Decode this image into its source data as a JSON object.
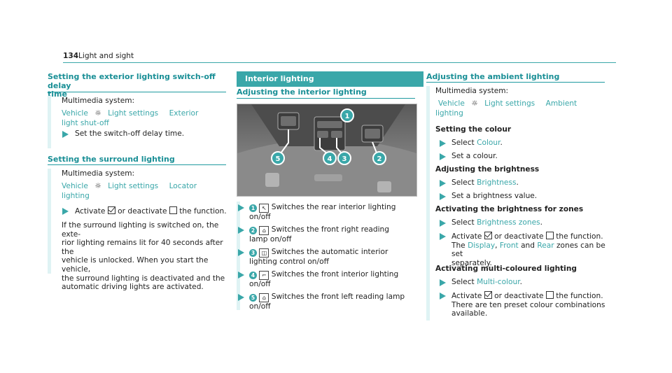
{
  "header": {
    "page_number": "134",
    "section": "Light and sight"
  },
  "col1": {
    "title1": "Setting the exterior lighting switch-off delay time",
    "title1_line1": "Setting the exterior lighting switch-off delay",
    "title1_line2": "time",
    "system_label": "Multimedia system:",
    "path1": {
      "vehicle": "Vehicle",
      "light_settings": "Light settings",
      "item_a": "Exterior",
      "item_b": "light shut-off"
    },
    "step1": "Set the switch-off delay time.",
    "title2": "Setting the surround lighting",
    "system_label2": "Multimedia system:",
    "path2": {
      "vehicle": "Vehicle",
      "light_settings": "Light settings",
      "item_a": "Locator",
      "item_b": "lighting"
    },
    "step2_a": "Activate",
    "step2_b": "or deactivate",
    "step2_c": "the function.",
    "para": [
      "If the surround lighting is switched on, the exte-",
      "rior lighting remains lit for 40 seconds after the",
      "vehicle is unlocked. When you start the vehicle,",
      "the surround lighting is deactivated and the",
      "automatic driving lights are activated."
    ]
  },
  "col2": {
    "band": "Interior lighting",
    "title": "Adjusting the interior lighting",
    "callouts": [
      "1",
      "2",
      "3",
      "4",
      "5"
    ],
    "items": [
      {
        "num": "1",
        "sym": "↖",
        "line1": "Switches the rear interior lighting",
        "line2": "on/off"
      },
      {
        "num": "2",
        "sym": "⌂",
        "line1": "Switches the front right reading",
        "line2": "lamp on/off"
      },
      {
        "num": "3",
        "sym": "◫",
        "line1": "Switches the automatic interior",
        "line2": "lighting control on/off"
      },
      {
        "num": "4",
        "sym": "⌐",
        "line1": "Switches the front interior lighting",
        "line2": "on/off"
      },
      {
        "num": "5",
        "sym": "⌂",
        "line1": "Switches the front left reading lamp",
        "line2": "on/off"
      }
    ]
  },
  "col3": {
    "title": "Adjusting the ambient lighting",
    "system_label": "Multimedia system:",
    "path": {
      "vehicle": "Vehicle",
      "light_settings": "Light settings",
      "item_a": "Ambient",
      "item_b": "lighting"
    },
    "h_colour": "Setting the colour",
    "s_colour1_a": "Select",
    "s_colour1_b": "Colour",
    "s_colour1_c": ".",
    "s_colour2": "Set a colour.",
    "h_bright": "Adjusting the brightness",
    "s_bright1_a": "Select",
    "s_bright1_b": "Brightness",
    "s_bright1_c": ".",
    "s_bright2": "Set a brightness value.",
    "h_zones": "Activating the brightness for zones",
    "s_zones1_a": "Select",
    "s_zones1_b": "Brightness zones",
    "s_zones1_c": ".",
    "s_zones2_a": "Activate",
    "s_zones2_b": "or deactivate",
    "s_zones2_c": "the function.",
    "s_zones2_d": "The",
    "s_zones2_display": "Display",
    "s_zones2_comma": ",",
    "s_zones2_front": "Front",
    "s_zones2_and": "and",
    "s_zones2_rear": "Rear",
    "s_zones2_e": "zones can be set",
    "s_zones2_f": "separately.",
    "h_multi": "Activating multi-coloured lighting",
    "s_multi1_a": "Select",
    "s_multi1_b": "Multi-colour",
    "s_multi1_c": ".",
    "s_multi2_a": "Activate",
    "s_multi2_b": "or deactivate",
    "s_multi2_c": "the function.",
    "s_multi2_d": "There are ten preset colour combinations",
    "s_multi2_e": "available."
  }
}
